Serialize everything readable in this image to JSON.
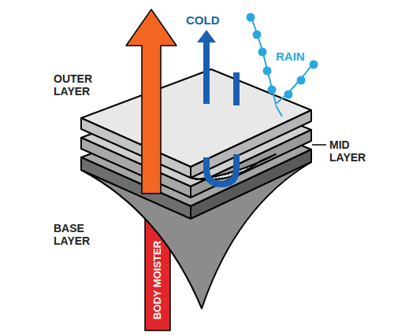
{
  "diagram": {
    "labels": [
      "OUTER LAYER",
      "COLD",
      "RAIN",
      "MID LAYER",
      "BASE LAYER",
      "BODY MOISTER"
    ]
  }
}
